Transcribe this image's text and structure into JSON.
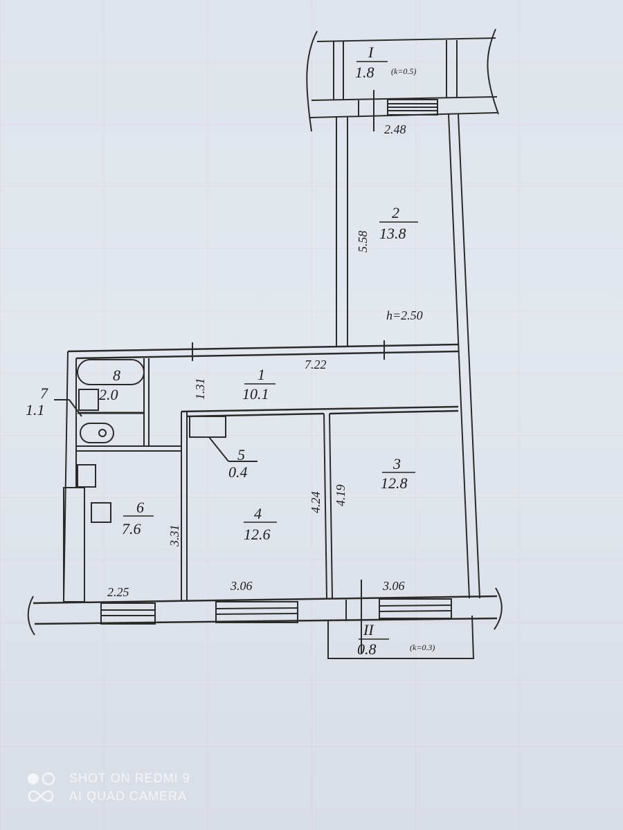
{
  "plan": {
    "ceiling_height": "h=2.50",
    "rooms": [
      {
        "id": "1",
        "area": "10.1",
        "dim_length": "7.22",
        "dim_width": "1.31"
      },
      {
        "id": "2",
        "area": "13.8",
        "dim_length": "5.58"
      },
      {
        "id": "3",
        "area": "12.8",
        "dim_length": "4.19",
        "dim_width": "3.06"
      },
      {
        "id": "4",
        "area": "12.6",
        "dim_length": "4.24",
        "dim_width": "3.06"
      },
      {
        "id": "5",
        "area": "0.4"
      },
      {
        "id": "6",
        "area": "7.6",
        "dim_length": "3.31",
        "dim_width": "2.25"
      },
      {
        "id": "7",
        "area": "1.1"
      },
      {
        "id": "8",
        "area": "2.0"
      }
    ],
    "balconies": [
      {
        "id": "I",
        "area": "1.8",
        "coef": "(k=0.5)",
        "dim": "2.48"
      },
      {
        "id": "II",
        "area": "0.8",
        "coef": "(k=0.3)"
      }
    ]
  },
  "watermark": {
    "line1": "SHOT ON REDMI 9",
    "line2": "AI QUAD CAMERA"
  }
}
